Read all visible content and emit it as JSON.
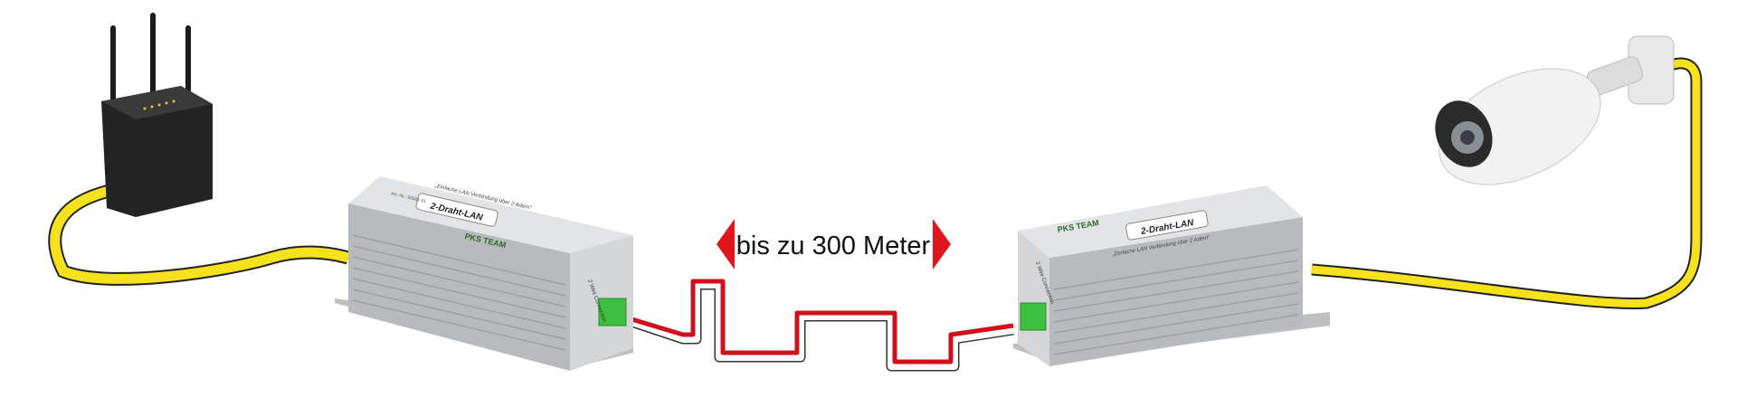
{
  "distance_label": "bis zu 300 Meter",
  "device": {
    "name": "2-Draht-LAN",
    "tagline": "„Einfache LAN Verbindung über 2 Adern“",
    "brand": "PKS TEAM",
    "article": "Art.-Nr.: 00501-01",
    "port_label": "2 Wire Connection"
  },
  "colors": {
    "cable_yellow": "#f5e11c",
    "arrow_red": "#e0161f",
    "wire_red": "#d0101a",
    "terminal_green": "#3fbf3f",
    "housing": "#c9cbcd"
  }
}
